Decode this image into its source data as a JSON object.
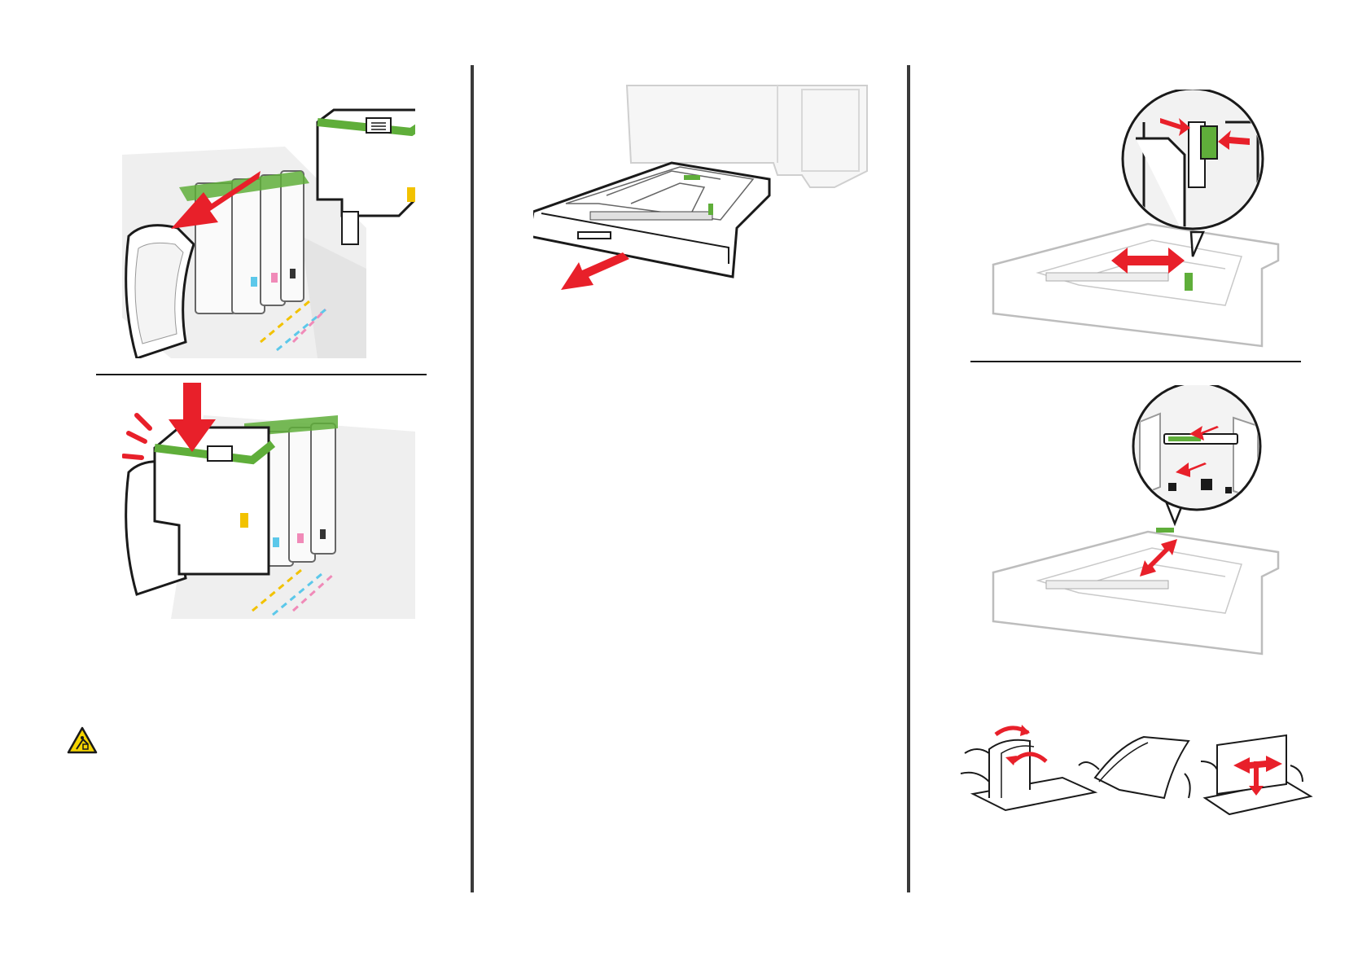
{
  "page": {
    "columns": 3,
    "colors": {
      "accent_red": "#e8202a",
      "accent_green": "#5fae3a",
      "outline": "#1a1a1a",
      "divider": "#3a3a3a",
      "warning_yellow": "#f5d400",
      "cyan": "#5cc8ea",
      "magenta": "#f08ab8",
      "yellow": "#f2c200"
    }
  },
  "figures": {
    "col1_top": "remove-old-toner-cartridge-illustration",
    "col1_bottom": "insert-new-toner-cartridge-illustration",
    "col1_warning": "tip-over-hazard-icon",
    "col2_top": "pull-out-paper-tray-illustration",
    "col3_top": "adjust-width-guides-illustration",
    "col3_middle": "adjust-length-guide-illustration",
    "col3_bottom": "flex-fan-align-paper-illustration"
  }
}
